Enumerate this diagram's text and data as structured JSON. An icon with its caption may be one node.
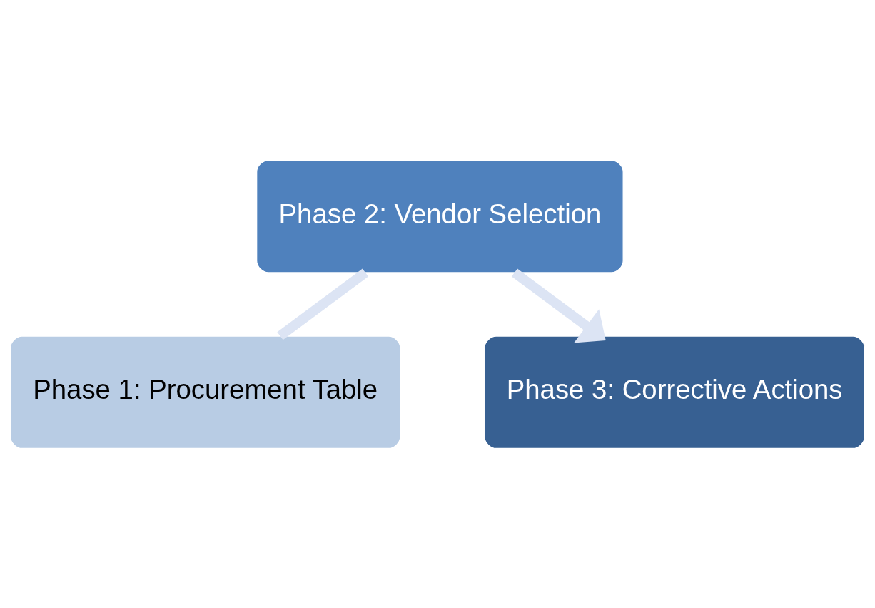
{
  "diagram": {
    "nodes": [
      {
        "text": [
          "Phase 1: Procurement Table"
        ]
      },
      {
        "text": [
          "Phase 2: Vendor Selection"
        ]
      },
      {
        "text": [
          "Phase 3: Corrective Actions"
        ]
      }
    ],
    "edges": [
      {
        "from": 0,
        "to": 1,
        "arrow": "none"
      },
      {
        "from": 1,
        "to": 2,
        "arrow": "to"
      }
    ]
  }
}
